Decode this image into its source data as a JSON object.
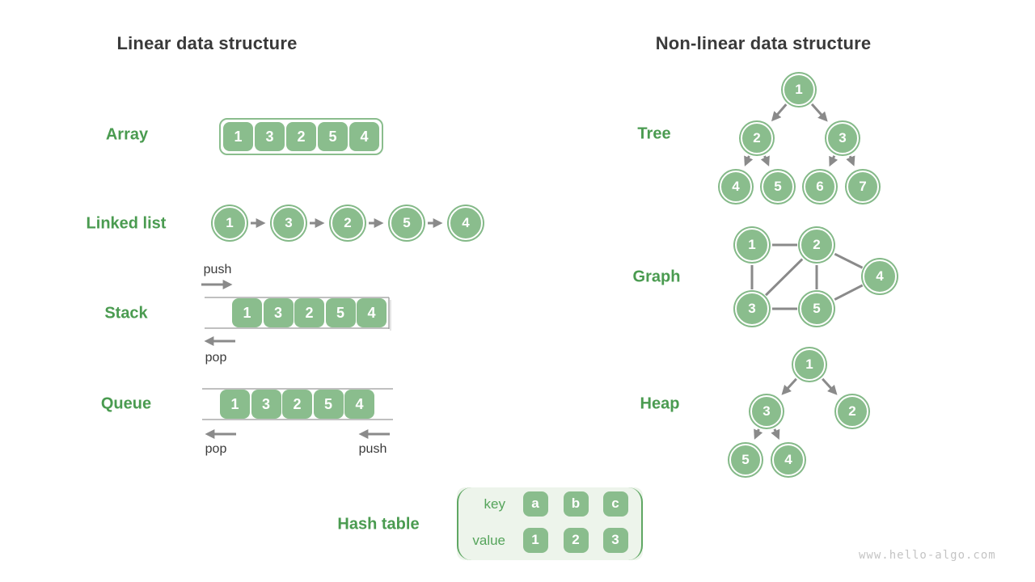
{
  "titles": {
    "linear": "Linear data structure",
    "nonlinear": "Non-linear data structure"
  },
  "watermark": "www.hello-algo.com",
  "colors": {
    "node_fill": "#8ABD8D",
    "node_ring": "#84B988",
    "label_green": "#4A9B50",
    "title_gray": "#3A3A3A",
    "arrow_gray": "#8A8A8A",
    "line_gray": "#9B9B9B",
    "hash_bg": "#EDF4EB",
    "hash_bracket": "#5FA763",
    "watermark_gray": "#C4C4C4"
  },
  "array": {
    "label": "Array",
    "values": [
      "1",
      "3",
      "2",
      "5",
      "4"
    ]
  },
  "linked_list": {
    "label": "Linked list",
    "values": [
      "1",
      "3",
      "2",
      "5",
      "4"
    ]
  },
  "stack": {
    "label": "Stack",
    "values": [
      "1",
      "3",
      "2",
      "5",
      "4"
    ],
    "push": "push",
    "pop": "pop"
  },
  "queue": {
    "label": "Queue",
    "values": [
      "1",
      "3",
      "2",
      "5",
      "4"
    ],
    "push": "push",
    "pop": "pop"
  },
  "hash_table": {
    "label": "Hash table",
    "key_label": "key",
    "value_label": "value",
    "pairs": [
      {
        "key": "a",
        "value": "1"
      },
      {
        "key": "b",
        "value": "2"
      },
      {
        "key": "c",
        "value": "3"
      }
    ]
  },
  "tree": {
    "label": "Tree",
    "nodes": [
      "1",
      "2",
      "3",
      "4",
      "5",
      "6",
      "7"
    ],
    "edges": [
      [
        0,
        1
      ],
      [
        0,
        2
      ],
      [
        1,
        3
      ],
      [
        1,
        4
      ],
      [
        2,
        5
      ],
      [
        2,
        6
      ]
    ]
  },
  "graph": {
    "label": "Graph",
    "nodes": [
      "1",
      "2",
      "3",
      "4",
      "5"
    ],
    "edges": [
      [
        0,
        1
      ],
      [
        0,
        2
      ],
      [
        1,
        2
      ],
      [
        1,
        3
      ],
      [
        1,
        4
      ],
      [
        2,
        4
      ],
      [
        4,
        3
      ]
    ]
  },
  "heap": {
    "label": "Heap",
    "nodes": [
      "1",
      "3",
      "2",
      "5",
      "4"
    ],
    "edges": [
      [
        0,
        1
      ],
      [
        0,
        2
      ],
      [
        1,
        3
      ],
      [
        1,
        4
      ]
    ]
  }
}
